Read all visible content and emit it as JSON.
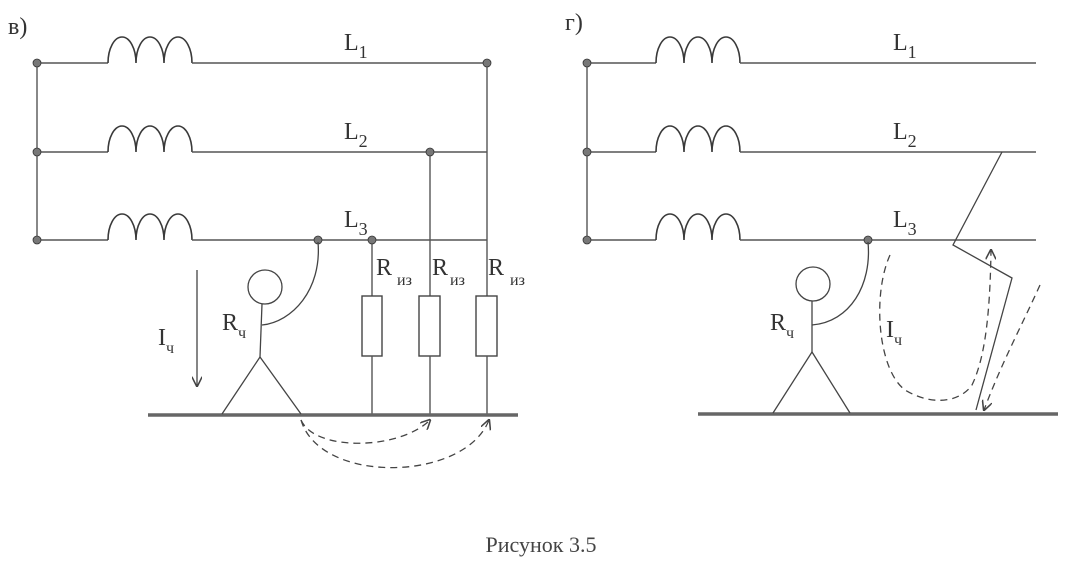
{
  "panels": {
    "left": {
      "letter": "в)",
      "phases": [
        {
          "letter": "L",
          "index": "1"
        },
        {
          "letter": "L",
          "index": "2"
        },
        {
          "letter": "L",
          "index": "3"
        }
      ],
      "insulation": {
        "letter": "R",
        "sub": "из"
      },
      "body_resistance": {
        "letter": "R",
        "sub": "ч"
      },
      "current": {
        "letter": "I",
        "sub": "ч"
      }
    },
    "right": {
      "letter": "г)",
      "phases": [
        {
          "letter": "L",
          "index": "1"
        },
        {
          "letter": "L",
          "index": "2"
        },
        {
          "letter": "L",
          "index": "3"
        }
      ],
      "body_resistance": {
        "letter": "R",
        "sub": "ч"
      },
      "current": {
        "letter": "I",
        "sub": "ч"
      }
    }
  },
  "caption": "Рисунок 3.5"
}
